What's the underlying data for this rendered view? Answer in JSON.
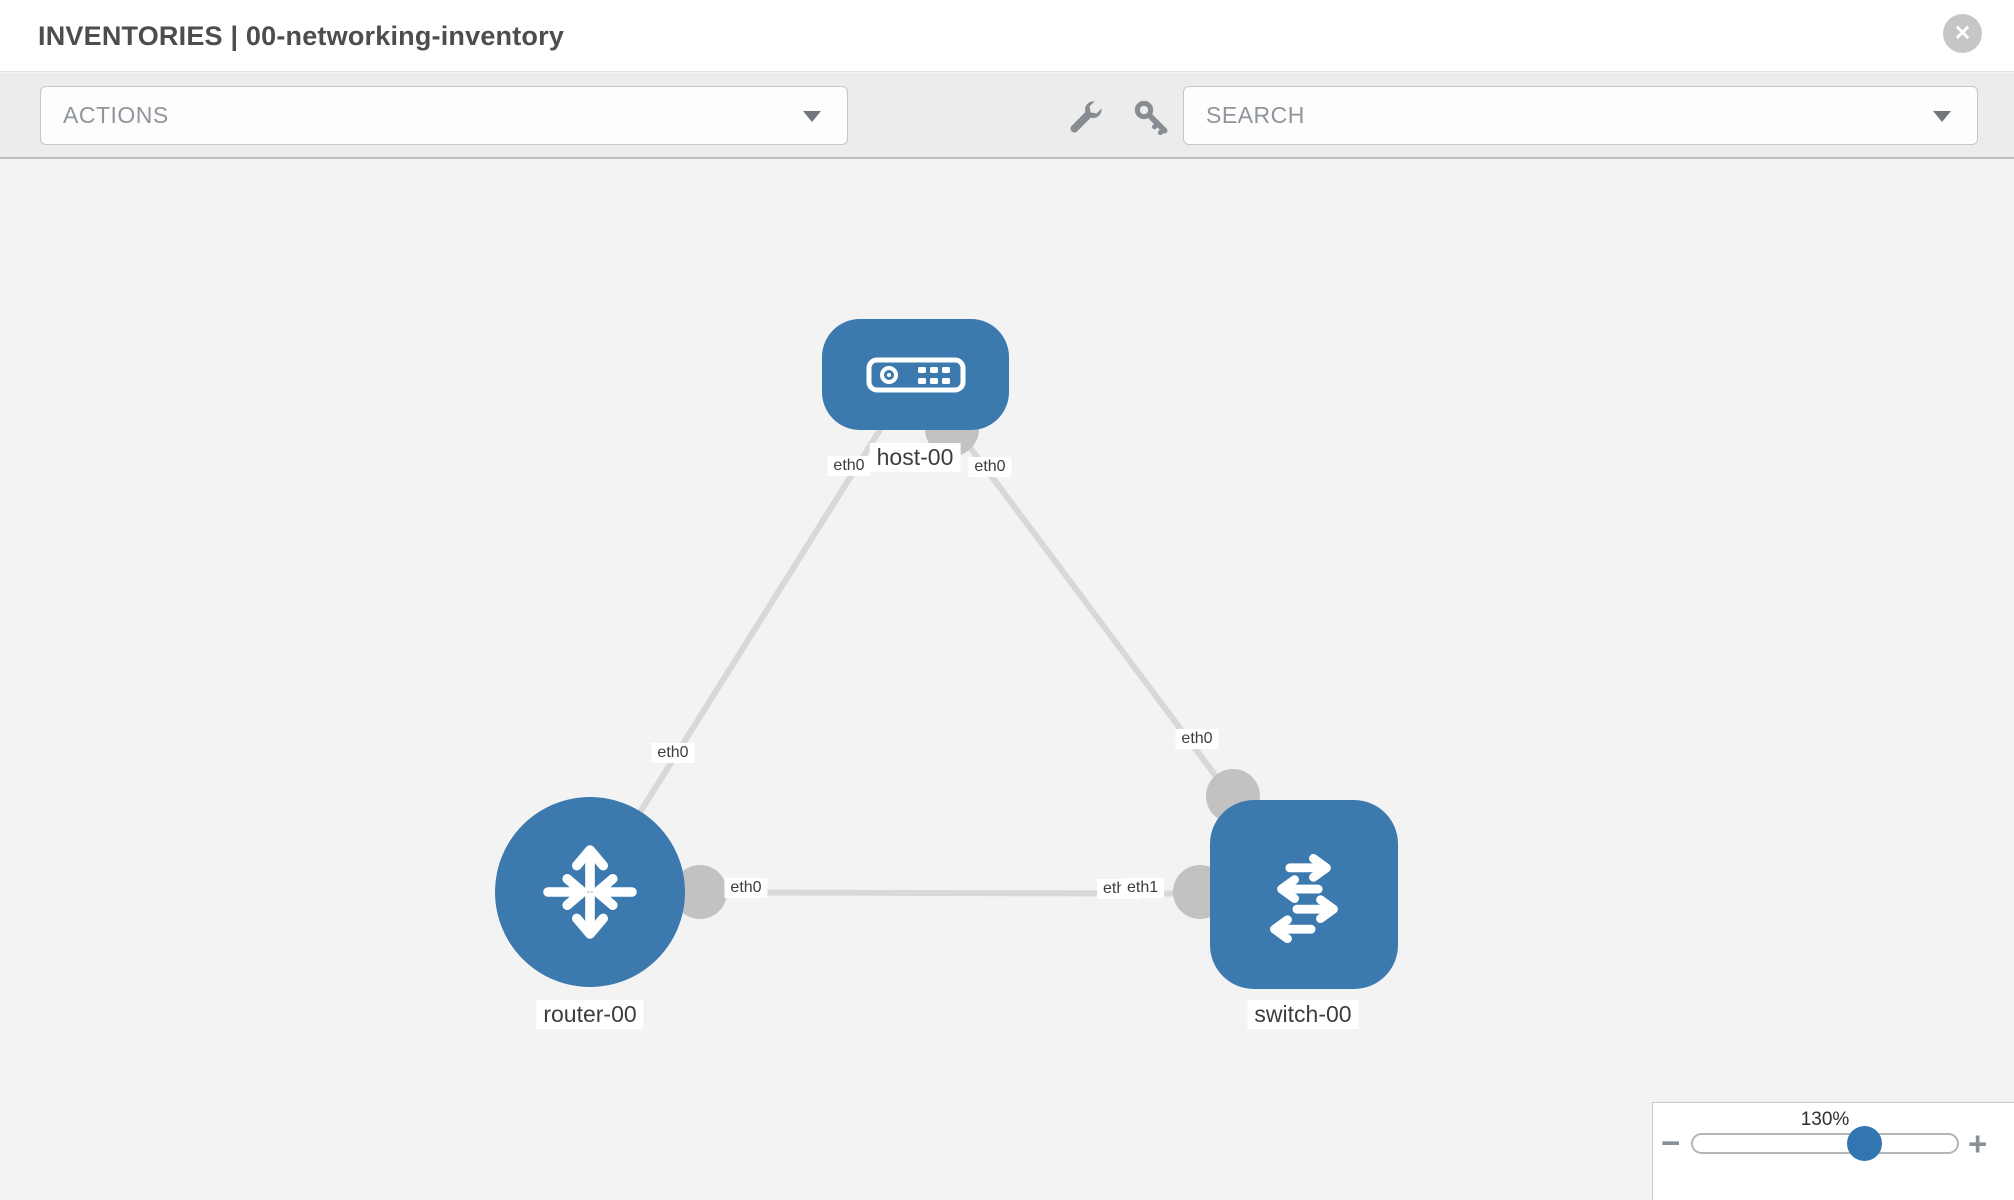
{
  "header": {
    "title": "INVENTORIES | 00-networking-inventory",
    "close_icon": "✕"
  },
  "toolbar": {
    "actions_label": "ACTIONS",
    "search_label": "SEARCH",
    "icons": [
      "wrench-icon",
      "key-icon"
    ]
  },
  "topology": {
    "nodes": [
      {
        "label": "host-00",
        "type": "host"
      },
      {
        "label": "router-00",
        "type": "router"
      },
      {
        "label": "switch-00",
        "type": "switch"
      }
    ],
    "links": [
      {
        "source": "host-00",
        "target": "router-00",
        "source_iface": "eth0",
        "target_iface": "eth0"
      },
      {
        "source": "host-00",
        "target": "switch-00",
        "source_iface": "eth0",
        "target_iface": "eth0"
      },
      {
        "source": "router-00",
        "target": "switch-00",
        "source_iface": "eth0",
        "target_iface": "eth1",
        "overlapped_iface": "eth0"
      }
    ]
  },
  "colors": {
    "node_blue": "#3b79ae",
    "link_gray": "#d8d8d8",
    "connector_gray": "#c2c2c2",
    "canvas_bg": "#f3f3f3"
  },
  "zoom": {
    "level": "130%",
    "minus": "−",
    "plus": "+"
  }
}
